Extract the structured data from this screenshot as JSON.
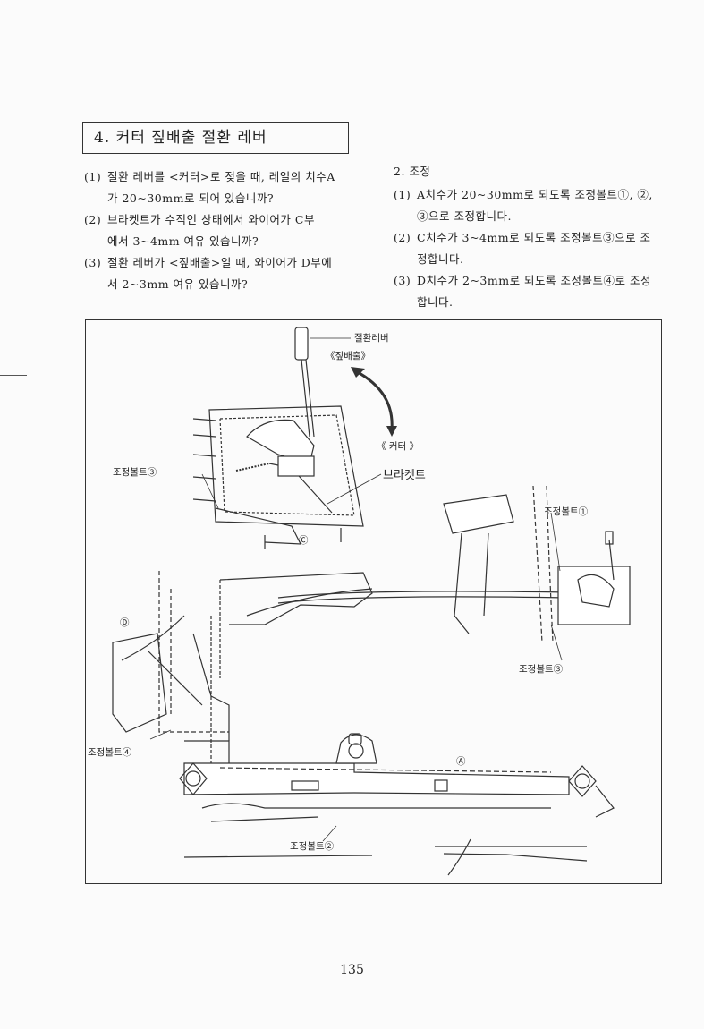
{
  "section": {
    "title": "4. 커터 짚배출 절환 레버"
  },
  "left_items": [
    {
      "num": "(1)",
      "line1": "절환 레버를 <커터>로 젖을 때, 레일의 치수A",
      "line2": "가 20~30mm로 되어 있습니까?"
    },
    {
      "num": "(2)",
      "line1": "브라켓트가 수직인 상태에서 와이어가 C부",
      "line2": "에서 3~4mm 여유 있습니까?"
    },
    {
      "num": "(3)",
      "line1": "절환 레버가 <짚배출>일 때, 와이어가 D부에",
      "line2": "서 2~3mm 여유 있습니까?"
    }
  ],
  "right_section": {
    "heading": "2. 조정",
    "items": [
      {
        "num": "(1)",
        "line1": "A치수가 20~30mm로 되도록 조정볼트①, ②,",
        "line2": "③으로 조정합니다."
      },
      {
        "num": "(2)",
        "line1": "C치수가 3~4mm로 되도록 조정볼트③으로 조",
        "line2": "정합니다."
      },
      {
        "num": "(3)",
        "line1": "D치수가 2~3mm로 되도록 조정볼트④로 조정",
        "line2": "합니다."
      }
    ]
  },
  "figure_labels": {
    "switch_lever": "절환레버",
    "straw_discharge": "《짚배출》",
    "cutter": "《 커터 》",
    "bracket": "브라켓트",
    "bolt3_top": "조정볼트③",
    "bolt1": "조정볼트①",
    "bolt3_right": "조정볼트③",
    "bolt4": "조정볼트④",
    "bolt2": "조정볼트②",
    "mark_c": "Ⓒ",
    "mark_d": "Ⓓ",
    "mark_a": "Ⓐ"
  },
  "page": {
    "number": "135"
  }
}
